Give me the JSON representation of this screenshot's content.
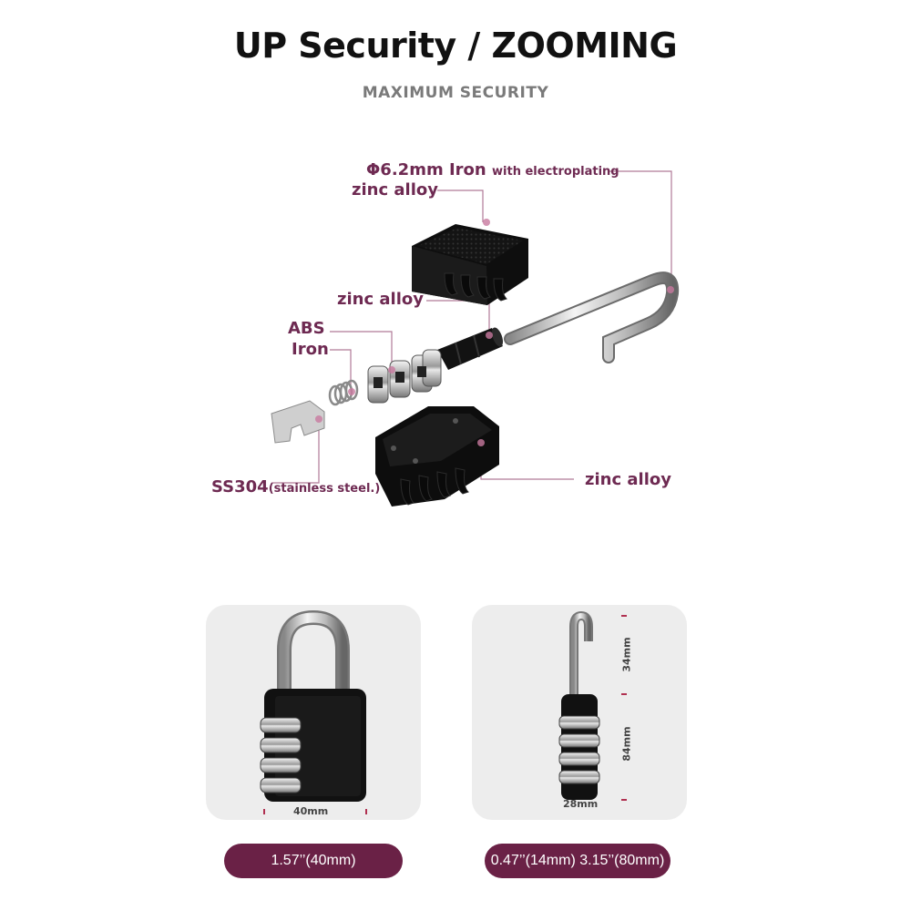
{
  "header": {
    "title": "UP Security / ZOOMING",
    "subtitle": "MAXIMUM SECURITY"
  },
  "callouts": {
    "shackle_main": "Φ6.2mm Iron",
    "shackle_small": "with electroplating",
    "top_cover": "zinc alloy",
    "spindle": "zinc alloy",
    "dials": "ABS",
    "spring": "Iron",
    "plate_main": "SS304",
    "plate_small": "(stainless steel.)",
    "bottom_body": "zinc alloy"
  },
  "dimensions": {
    "front_width": "40mm",
    "side_width": "28mm",
    "shackle_height": "34mm",
    "body_height": "84mm"
  },
  "sizes": {
    "left": "1.57’’(40mm)",
    "right": "0.47’’(14mm) 3.15’’(80mm)"
  },
  "colors": {
    "accent": "#6a2146",
    "callout_text": "#6e2a52",
    "card_bg": "#ededed"
  }
}
